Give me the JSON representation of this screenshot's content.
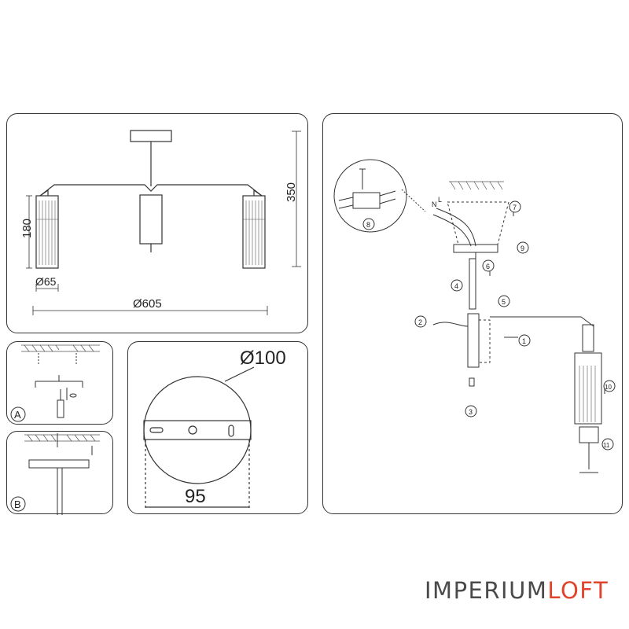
{
  "dimensions": {
    "height_total": "350",
    "height_shade": "180",
    "shade_diameter": "Ø65",
    "span_diameter": "Ø605",
    "plate_diameter": "Ø100",
    "plate_mount": "95"
  },
  "steps": {
    "panel_a": "A",
    "panel_b": "B",
    "s1": "1",
    "s2": "2",
    "s3": "3",
    "s4": "4",
    "s5": "5",
    "s6": "6",
    "s7": "7",
    "s8": "8",
    "s9": "9",
    "s10": "10",
    "s11": "11"
  },
  "wiring": {
    "n": "N",
    "l": "L"
  },
  "brand": {
    "part1": "IMPERIUM",
    "part2": "LOFT"
  },
  "colors": {
    "line": "#333333",
    "brand_gray": "#4a4a4a",
    "brand_accent": "#e0452c"
  }
}
